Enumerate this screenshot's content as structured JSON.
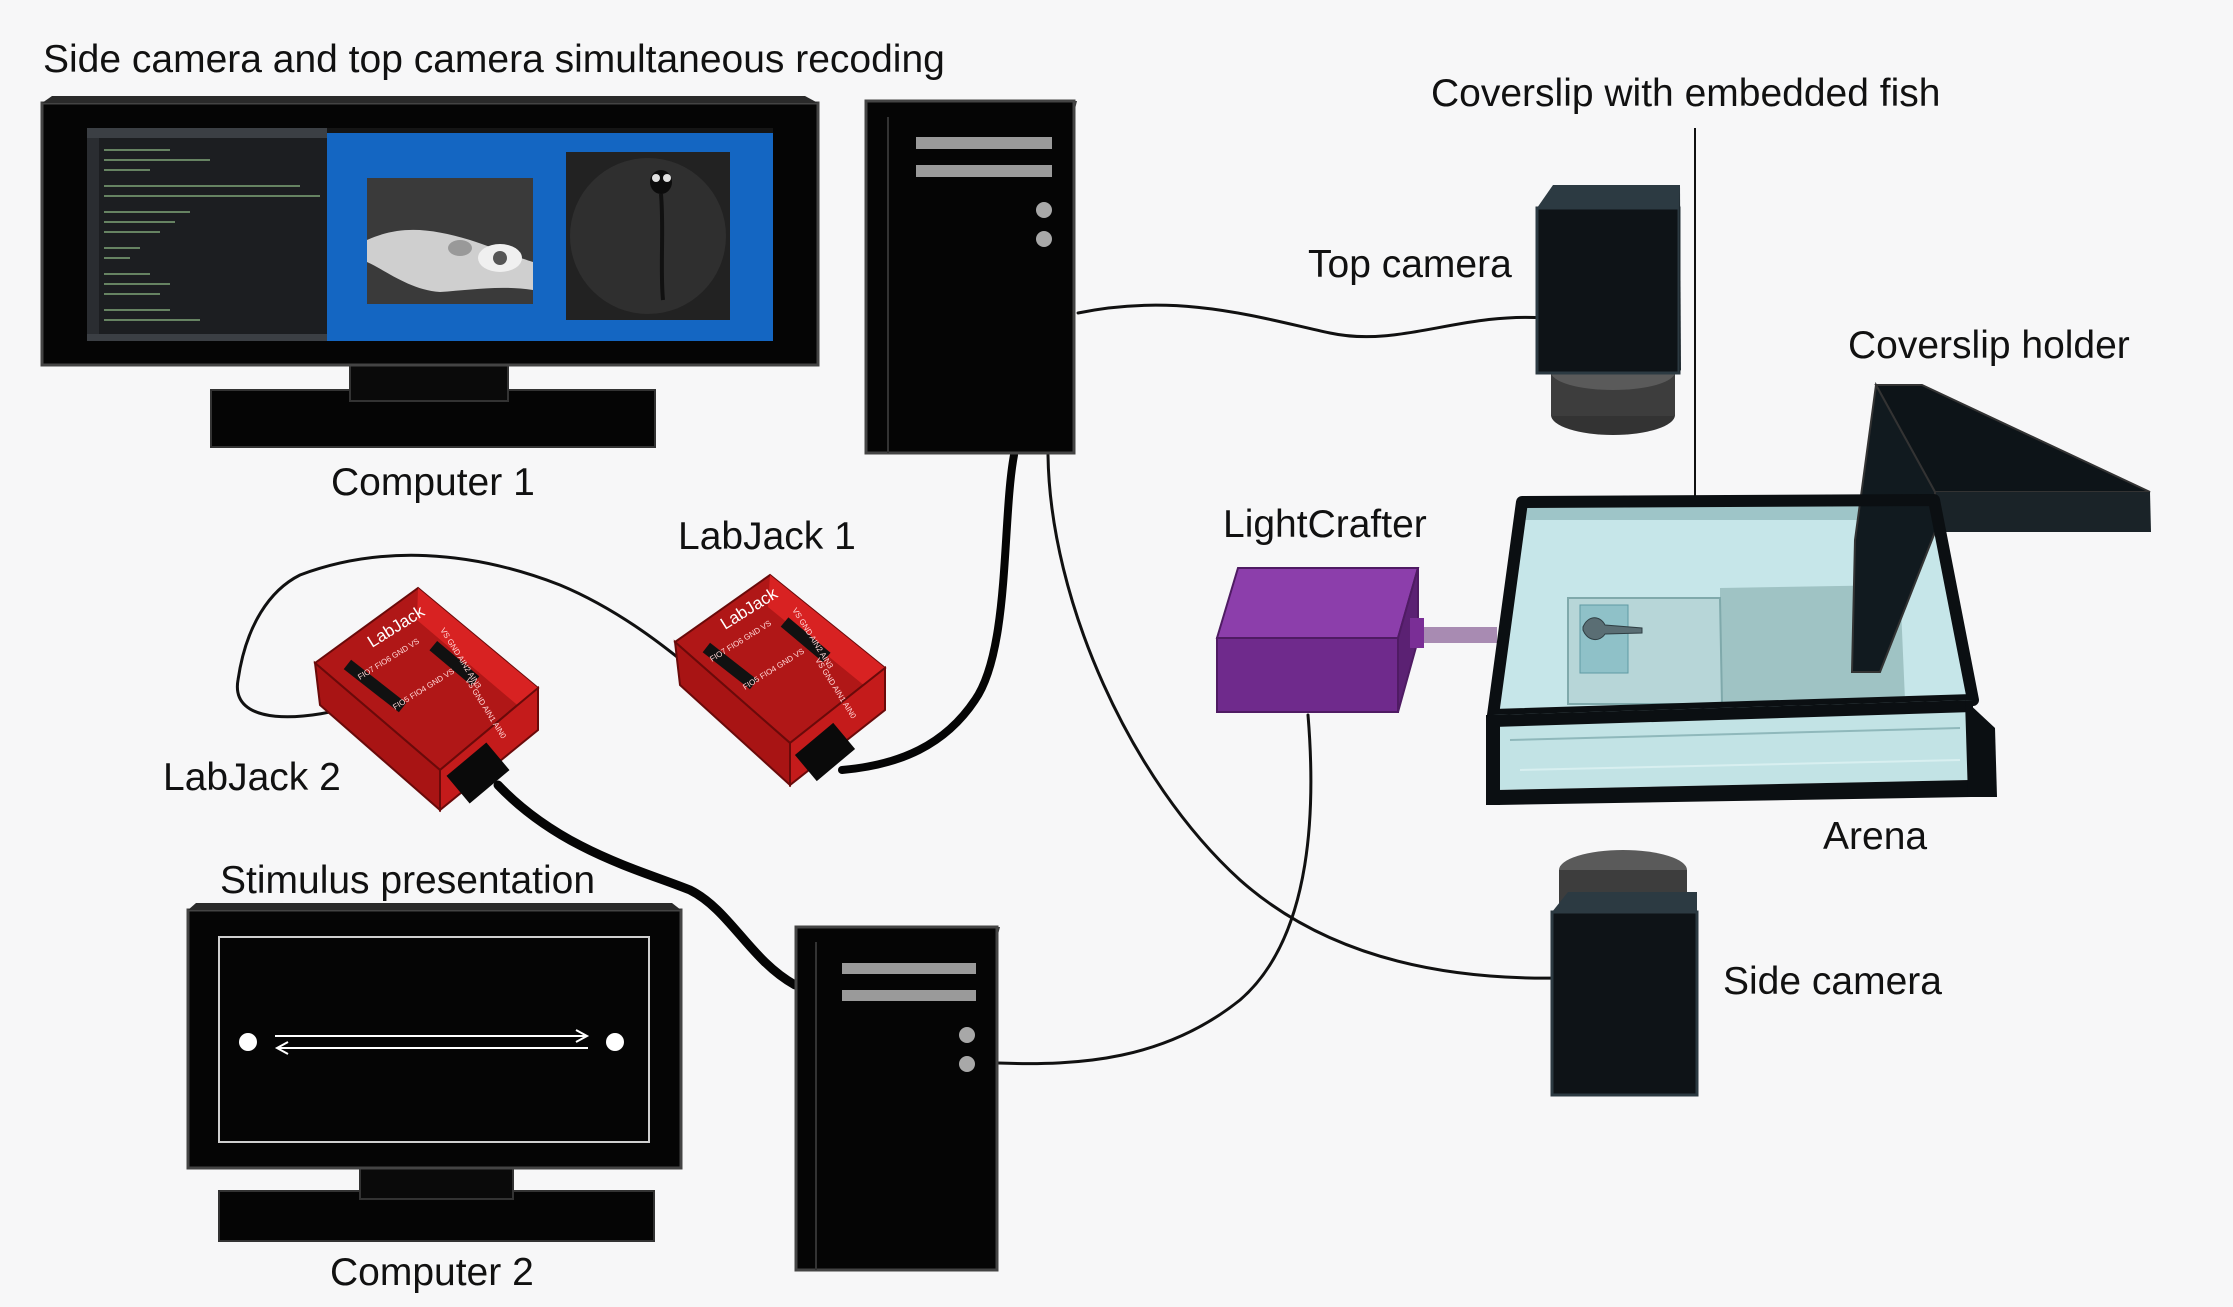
{
  "labels": {
    "title": "Side camera and top camera simultaneous recoding",
    "computer1": "Computer 1",
    "labjack1": "LabJack 1",
    "labjack2": "LabJack 2",
    "stimulus": "Stimulus presentation",
    "computer2": "Computer 2",
    "coverslip_fish": "Coverslip with embedded fish",
    "top_camera": "Top camera",
    "coverslip_holder": "Coverslip holder",
    "lightcrafter": "LightCrafter",
    "arena": "Arena",
    "side_camera": "Side camera"
  },
  "device_text": {
    "labjack_brand": "LabJack",
    "pins_a": "FIO7 FIO6 GND VS",
    "pins_b": "VS GND AIN2 AIN3",
    "pins_c": "FIO5 FIO4 GND VS",
    "pins_d": "VS GND AIN1 AIN0"
  },
  "colors": {
    "background": "#f7f7f8",
    "labjack_red": "#d01c1c",
    "lightcrafter_purple": "#7a2e96",
    "monitor_blue": "#1466c2",
    "device_black": "#050505",
    "water": "#c6e6e9"
  }
}
